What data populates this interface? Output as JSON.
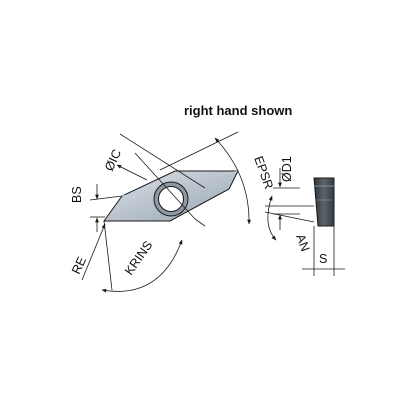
{
  "title": "right hand shown",
  "labels": {
    "ic": "ØIC",
    "epsr": "EPSR",
    "d1": "ØD1",
    "bs": "BS",
    "re": "RE",
    "krins": "KRINS",
    "an": "AN",
    "s": "S"
  },
  "colors": {
    "insert_light": "#d9e1e9",
    "insert_mid": "#aeb9c4",
    "insert_dark": "#7f8b97",
    "side_view_dark": "#3e454c",
    "line": "#1a1a1a"
  }
}
